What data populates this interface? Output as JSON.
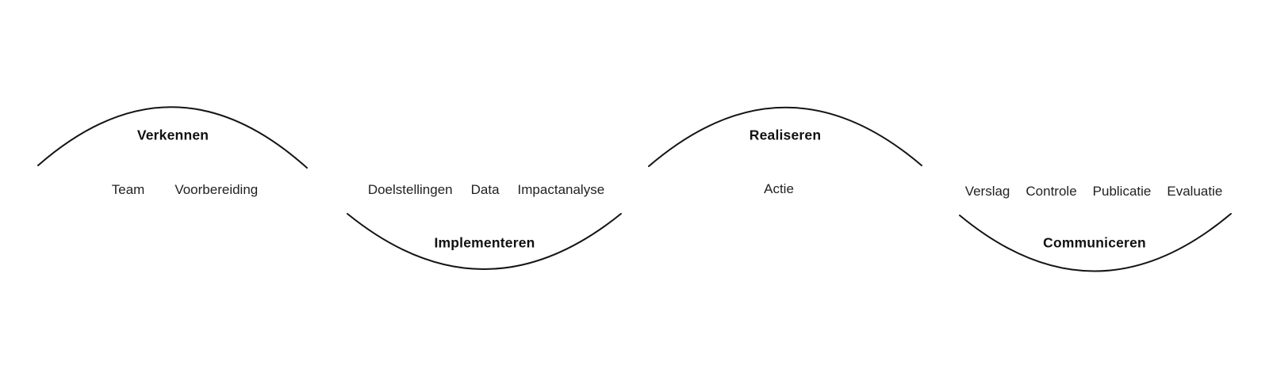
{
  "diagram": {
    "phases": [
      {
        "title": "Verkennen",
        "arc": "up",
        "items": [
          "Team",
          "Voorbereiding"
        ]
      },
      {
        "title": "Implementeren",
        "arc": "down",
        "items": [
          "Doelstellingen",
          "Data",
          "Impactanalyse"
        ]
      },
      {
        "title": "Realiseren",
        "arc": "up",
        "items": [
          "Actie"
        ]
      },
      {
        "title": "Communiceren",
        "arc": "down",
        "items": [
          "Verslag",
          "Controle",
          "Publicatie",
          "Evaluatie"
        ]
      }
    ],
    "colors": {
      "line": "#141414",
      "title": "#111111",
      "item": "#222222",
      "background": "#ffffff"
    }
  }
}
